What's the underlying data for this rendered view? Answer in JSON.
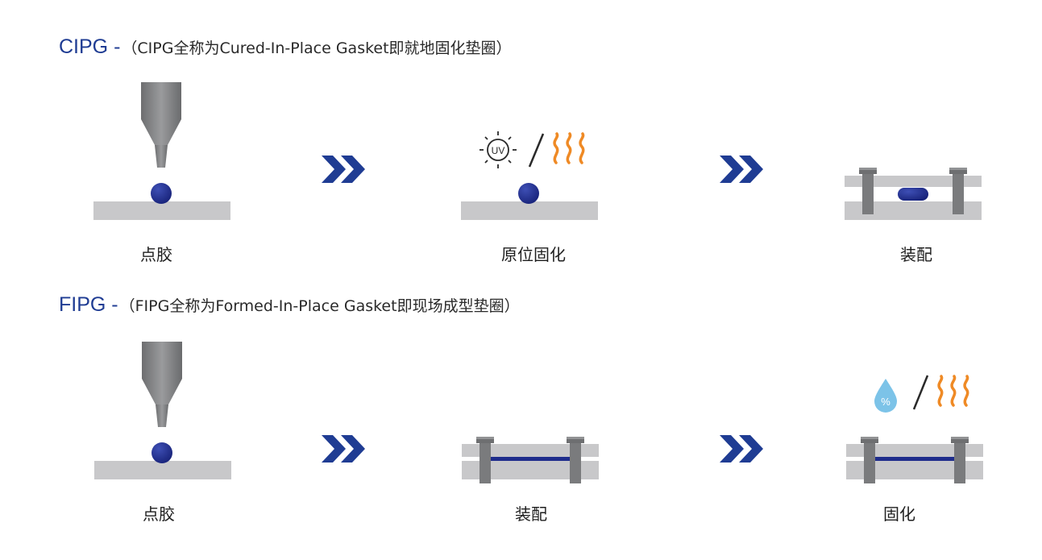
{
  "cipg": {
    "code": "CIPG -",
    "description": "（CIPG全称为Cured-In-Place Gasket即就地固化垫圈）",
    "steps": [
      {
        "label": "点胶",
        "icon": "dispense-nozzle-icon"
      },
      {
        "label": "原位固化",
        "icon": "uv-or-heat-icon"
      },
      {
        "label": "装配",
        "icon": "assembly-icon"
      }
    ],
    "uv_text": "UV"
  },
  "fipg": {
    "code": "FIPG -",
    "description": "（FIPG全称为Formed-In-Place Gasket即现场成型垫圈）",
    "steps": [
      {
        "label": "点胶",
        "icon": "dispense-nozzle-icon"
      },
      {
        "label": "装配",
        "icon": "assembly-icon"
      },
      {
        "label": "固化",
        "icon": "moisture-or-heat-icon"
      }
    ],
    "moisture_text": "%"
  },
  "colors": {
    "title_blue": "#1f3c93",
    "gasket_blue": "#1f2d8c",
    "arrow_blue": "#1f3c93",
    "plate_gray": "#c8c8ca",
    "nozzle_gray": "#7d7e80",
    "heat_orange": "#ef8a25",
    "drop_blue": "#7cc3e8"
  }
}
